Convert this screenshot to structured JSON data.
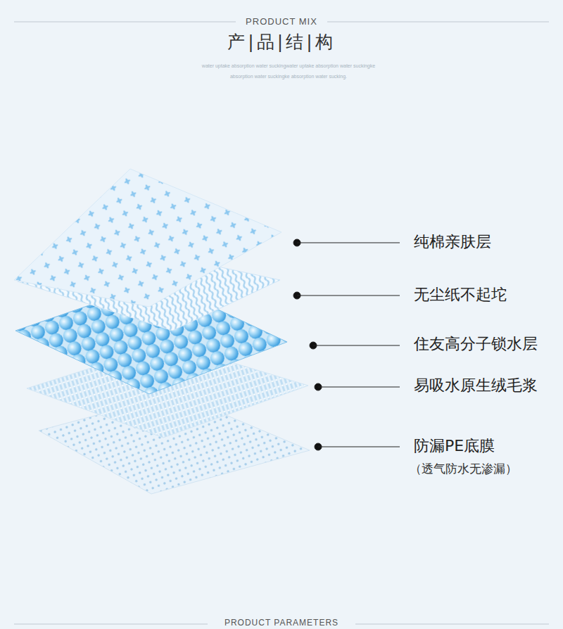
{
  "diagram": {
    "title": "产|品|结|构",
    "labels": [
      "PRODUCT MIX",
      "water uptake absorption water suckingwater uptake absorption water suckingke absorption water suckingke absorption water sucking.",
      "纯棉亲肤层",
      "无尘纸不起坨",
      "住友高分子锁水层",
      "易吸水原生绒毛浆",
      "防漏PE底膜",
      "（透气防水无渗漏）",
      "PRODUCT PARAMETERS"
    ]
  }
}
